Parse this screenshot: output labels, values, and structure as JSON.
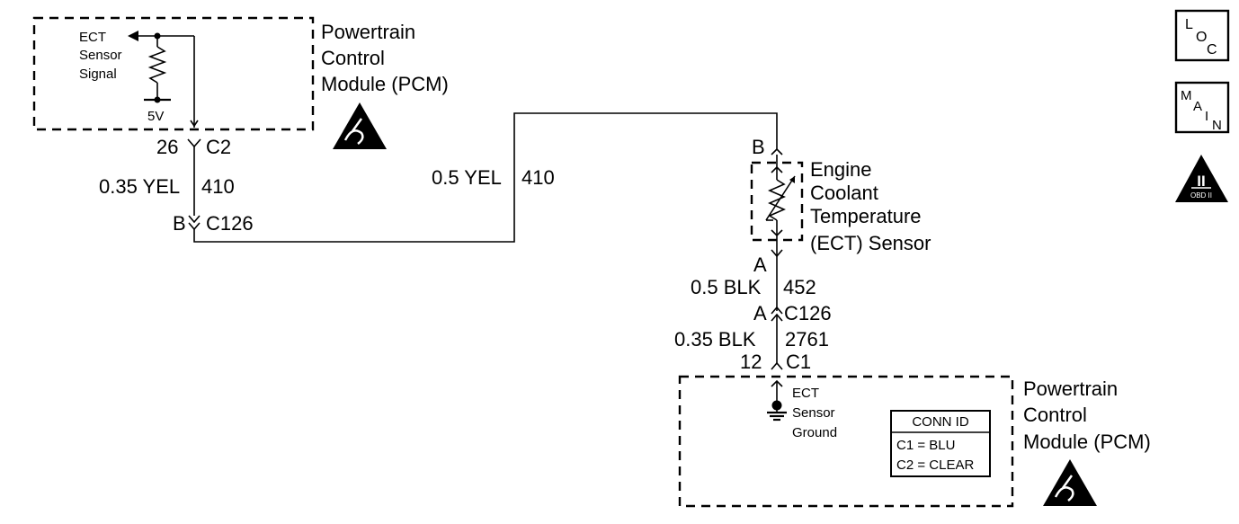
{
  "pcm_top": {
    "title_lines": [
      "Powertrain",
      "Control",
      "Module (PCM)"
    ],
    "signal_label_lines": [
      "ECT",
      "Sensor",
      "Signal"
    ],
    "ref_voltage": "5V",
    "pin": "26",
    "connector": "C2"
  },
  "wire_left": {
    "gauge_color": "0.35 YEL",
    "circuit": "410",
    "pin": "B",
    "connector": "C126"
  },
  "wire_mid": {
    "gauge_color": "0.5 YEL",
    "circuit": "410"
  },
  "ect_sensor": {
    "pin_top": "B",
    "pin_bottom": "A",
    "title_lines": [
      "Engine",
      "Coolant",
      "Temperature",
      "(ECT) Sensor"
    ]
  },
  "wire_right_upper": {
    "gauge_color": "0.5 BLK",
    "circuit": "452",
    "pin": "A",
    "connector": "C126"
  },
  "wire_right_lower": {
    "gauge_color": "0.35 BLK",
    "circuit": "2761",
    "pin": "12",
    "connector": "C1"
  },
  "pcm_bottom": {
    "title_lines": [
      "Powertrain",
      "Control",
      "Module (PCM)"
    ],
    "ground_label_lines": [
      "ECT",
      "Sensor",
      "Ground"
    ]
  },
  "conn_id": {
    "header": "CONN ID",
    "rows": [
      "C1 = BLU",
      "C2 = CLEAR"
    ]
  },
  "nav_buttons": {
    "loc": [
      "L",
      "O",
      "C"
    ],
    "main": [
      "M",
      "A",
      "I",
      "N"
    ],
    "obd": {
      "numeral": "II",
      "caption": "OBD II"
    }
  },
  "icons": {
    "esd": "esd-warning-icon",
    "ground": "ground-icon",
    "resistor": "resistor-icon",
    "thermistor": "thermistor-icon"
  }
}
